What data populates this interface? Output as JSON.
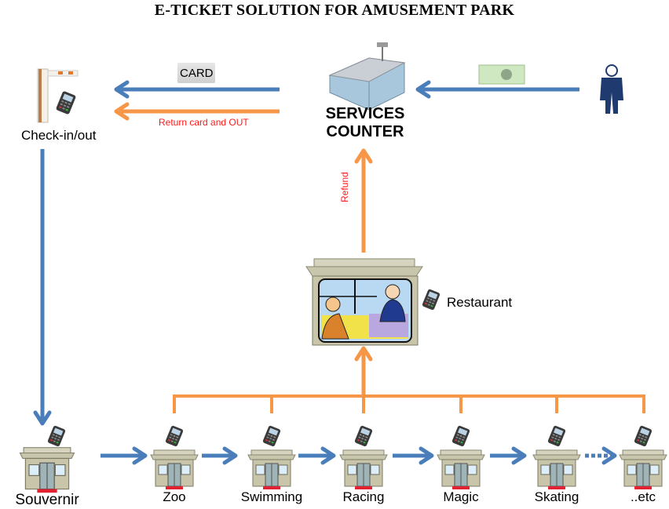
{
  "title": "E-TICKET SOLUTION FOR AMUSEMENT PARK",
  "colors": {
    "blue_arrow": "#4a7ebb",
    "orange_arrow": "#f79646",
    "red_text": "#ff1a1a",
    "person": "#1f3a6e"
  },
  "nodes": {
    "checkin": {
      "label": "Check-in/out",
      "icon": "barrier-gate-icon"
    },
    "services_counter": {
      "label_line1": "SERVICES",
      "label_line2": "COUNTER",
      "icon": "checkout-counter-icon"
    },
    "customer": {
      "icon": "person-icon"
    },
    "restaurant": {
      "label": "Restaurant",
      "icon": "restaurant-kiosk-icon"
    }
  },
  "edges": {
    "card": {
      "label": "CARD",
      "from": "services_counter",
      "to": "checkin",
      "color": "blue"
    },
    "return": {
      "label": "Return card and OUT",
      "from": "services_counter",
      "to": "checkin",
      "color": "orange"
    },
    "cash": {
      "label": "banknote-icon",
      "from": "customer",
      "to": "services_counter",
      "color": "blue"
    },
    "refund": {
      "label": "Refund",
      "from": "restaurant",
      "to": "services_counter",
      "color": "orange"
    }
  },
  "shops": [
    {
      "label": "Souvernir"
    },
    {
      "label": "Zoo"
    },
    {
      "label": "Swimming"
    },
    {
      "label": "Racing"
    },
    {
      "label": "Magic"
    },
    {
      "label": "Skating"
    },
    {
      "label": "..etc"
    }
  ]
}
